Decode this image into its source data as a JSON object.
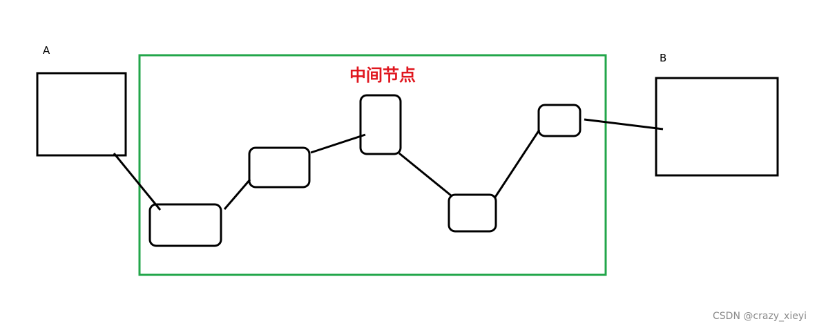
{
  "labels": {
    "a": "A",
    "b": "B"
  },
  "middle_title": "中间节点",
  "watermark": "CSDN @crazy_xieyi",
  "colors": {
    "frame": "#22a64a",
    "title": "#e0161e",
    "stroke": "#000000",
    "watermark": "#8a8a8a"
  }
}
